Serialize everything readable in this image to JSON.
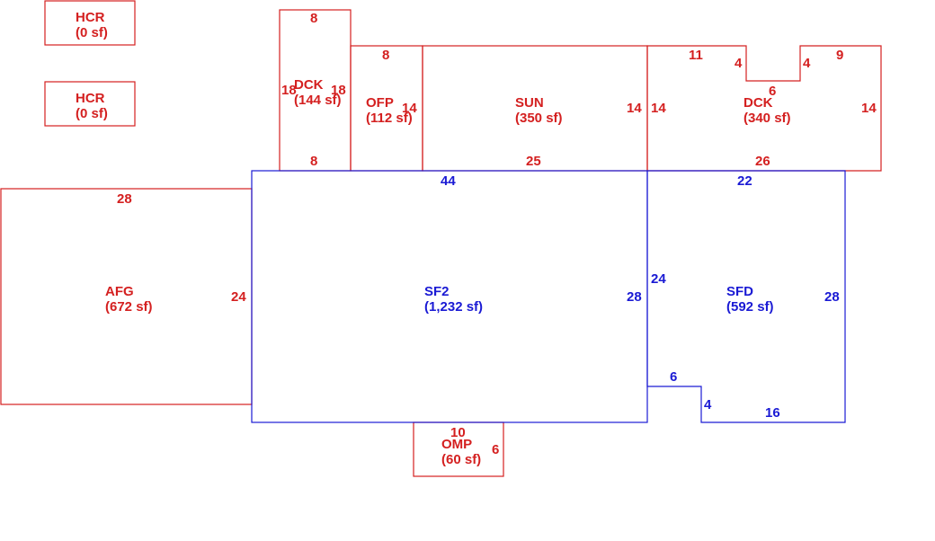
{
  "colors": {
    "red": "#d42020",
    "blue": "#1a1ad4"
  },
  "areas": {
    "hcr1": {
      "name": "HCR",
      "area": "(0 sf)"
    },
    "hcr2": {
      "name": "HCR",
      "area": "(0 sf)"
    },
    "dck1": {
      "name": "DCK",
      "area": "(144 sf)"
    },
    "ofp": {
      "name": "OFP",
      "area": "(112 sf)"
    },
    "sun": {
      "name": "SUN",
      "area": "(350 sf)"
    },
    "dck2": {
      "name": "DCK",
      "area": "(340 sf)"
    },
    "afg": {
      "name": "AFG",
      "area": "(672 sf)"
    },
    "sf2": {
      "name": "SF2",
      "area": "(1,232 sf)"
    },
    "sfd": {
      "name": "SFD",
      "area": "(592 sf)"
    },
    "omp": {
      "name": "OMP",
      "area": "(60 sf)"
    }
  },
  "dims": {
    "dck1_top": "8",
    "dck1_left": "18",
    "dck1_right": "18",
    "dck1_bottom": "8",
    "ofp_top": "8",
    "ofp_right": "14",
    "sun_right": "14",
    "sun_bottom": "25",
    "dck2_top_left": "11",
    "dck2_notch_left": "4",
    "dck2_notch_bottom": "6",
    "dck2_notch_right": "4",
    "dck2_top_right": "9",
    "dck2_left": "14",
    "dck2_right": "14",
    "dck2_bottom": "26",
    "afg_top": "28",
    "afg_right": "24",
    "sf2_top": "44",
    "sf2_right": "28",
    "sfd_top": "22",
    "sfd_left": "24",
    "sfd_right": "28",
    "sfd_notch_top": "6",
    "sfd_notch_side": "4",
    "sfd_bottom": "16",
    "omp_top": "10",
    "omp_right": "6"
  }
}
